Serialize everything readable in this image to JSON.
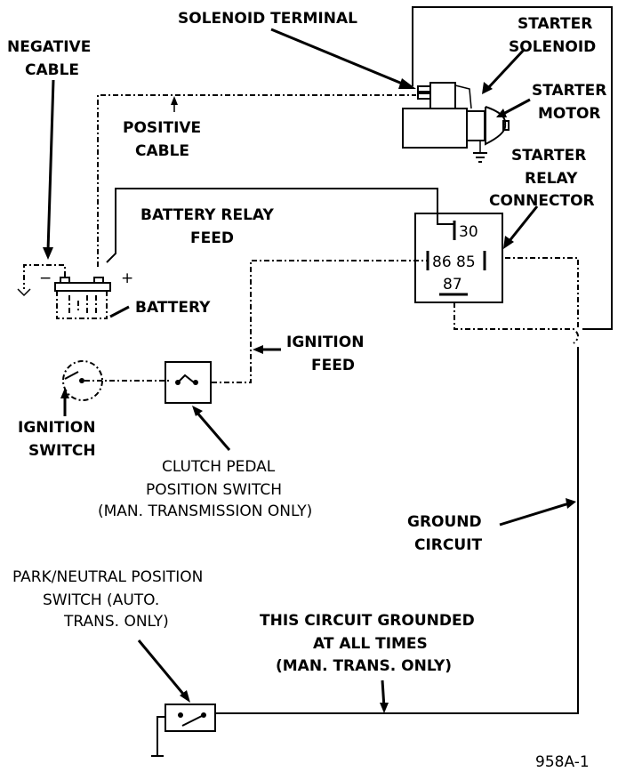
{
  "figure_id": "958A-1",
  "labels": {
    "solenoid_terminal": "SOLENOID TERMINAL",
    "negative_cable": [
      "NEGATIVE",
      "CABLE"
    ],
    "starter_solenoid": [
      "STARTER",
      "SOLENOID"
    ],
    "positive_cable": [
      "POSITIVE",
      "CABLE"
    ],
    "starter_motor": [
      "STARTER",
      "MOTOR"
    ],
    "starter_relay_connector": [
      "STARTER",
      "RELAY",
      "CONNECTOR"
    ],
    "battery_relay_feed": [
      "BATTERY RELAY",
      "FEED"
    ],
    "battery": "BATTERY",
    "battery_neg": "−",
    "battery_pos": "+",
    "ignition_feed": [
      "IGNITION",
      "FEED"
    ],
    "ignition_switch": [
      "IGNITION",
      "SWITCH"
    ],
    "clutch_pedal_switch": [
      "CLUTCH  PEDAL",
      "POSITION SWITCH",
      "(MAN. TRANSMISSION ONLY)"
    ],
    "ground_circuit": [
      "GROUND",
      "CIRCUIT"
    ],
    "park_neutral_switch": [
      "PARK/NEUTRAL POSITION",
      "SWITCH (AUTO.",
      "TRANS. ONLY)"
    ],
    "grounded_note": [
      "THIS CIRCUIT GROUNDED",
      "AT ALL TIMES",
      "(MAN. TRANS. ONLY)"
    ]
  },
  "relay": {
    "pin_30": "30",
    "pin_86_85": "86 85",
    "pin_87": "87"
  }
}
